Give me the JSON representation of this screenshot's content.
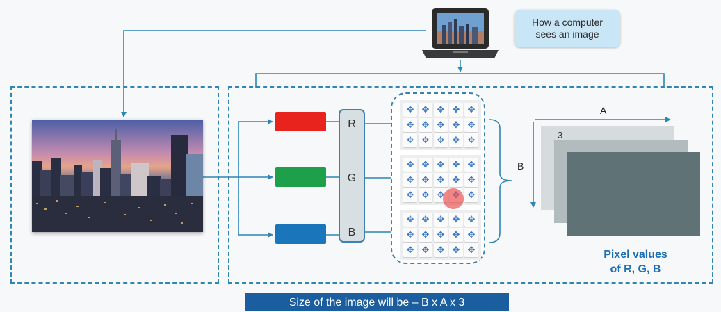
{
  "callout": {
    "line1": "How a computer",
    "line2": "sees an image"
  },
  "channels": {
    "r": "R",
    "g": "G",
    "b": "B"
  },
  "colors": {
    "red": "#e8231e",
    "green": "#1ea04a",
    "blue": "#1b75bb",
    "accent": "#2e86b5",
    "stack_front": "#5f7377"
  },
  "grid_icon": "✥",
  "dimensions": {
    "a": "A",
    "b": "B",
    "depth": "3"
  },
  "pixel_caption": {
    "line1": "Pixel values",
    "line2": "of R, G, B"
  },
  "footer": "Size of the image will be – B x A x 3",
  "icons": [
    "laptop-icon",
    "city-photo",
    "cursor-highlight"
  ]
}
